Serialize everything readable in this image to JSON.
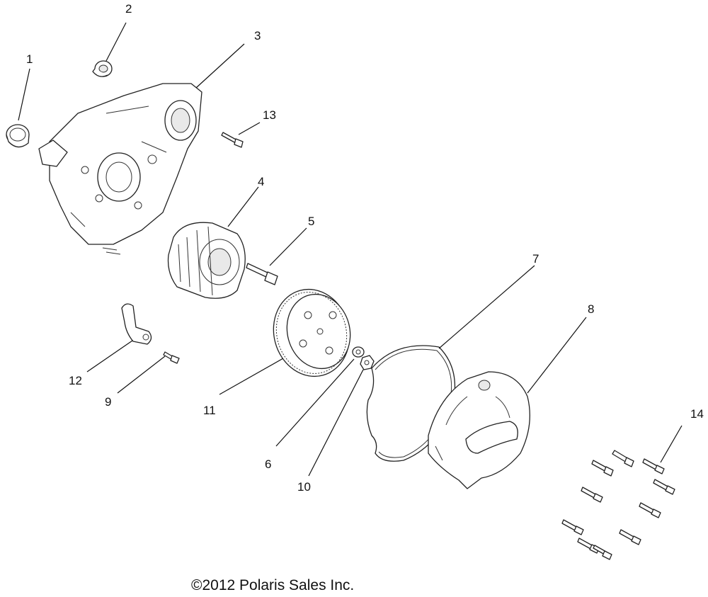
{
  "callouts": {
    "c1": "1",
    "c2": "2",
    "c3": "3",
    "c4": "4",
    "c5": "5",
    "c6": "6",
    "c7": "7",
    "c8": "8",
    "c9": "9",
    "c10": "10",
    "c11": "11",
    "c12": "12",
    "c13": "13",
    "c14": "14"
  },
  "copyright": "©2012 Polaris Sales Inc."
}
